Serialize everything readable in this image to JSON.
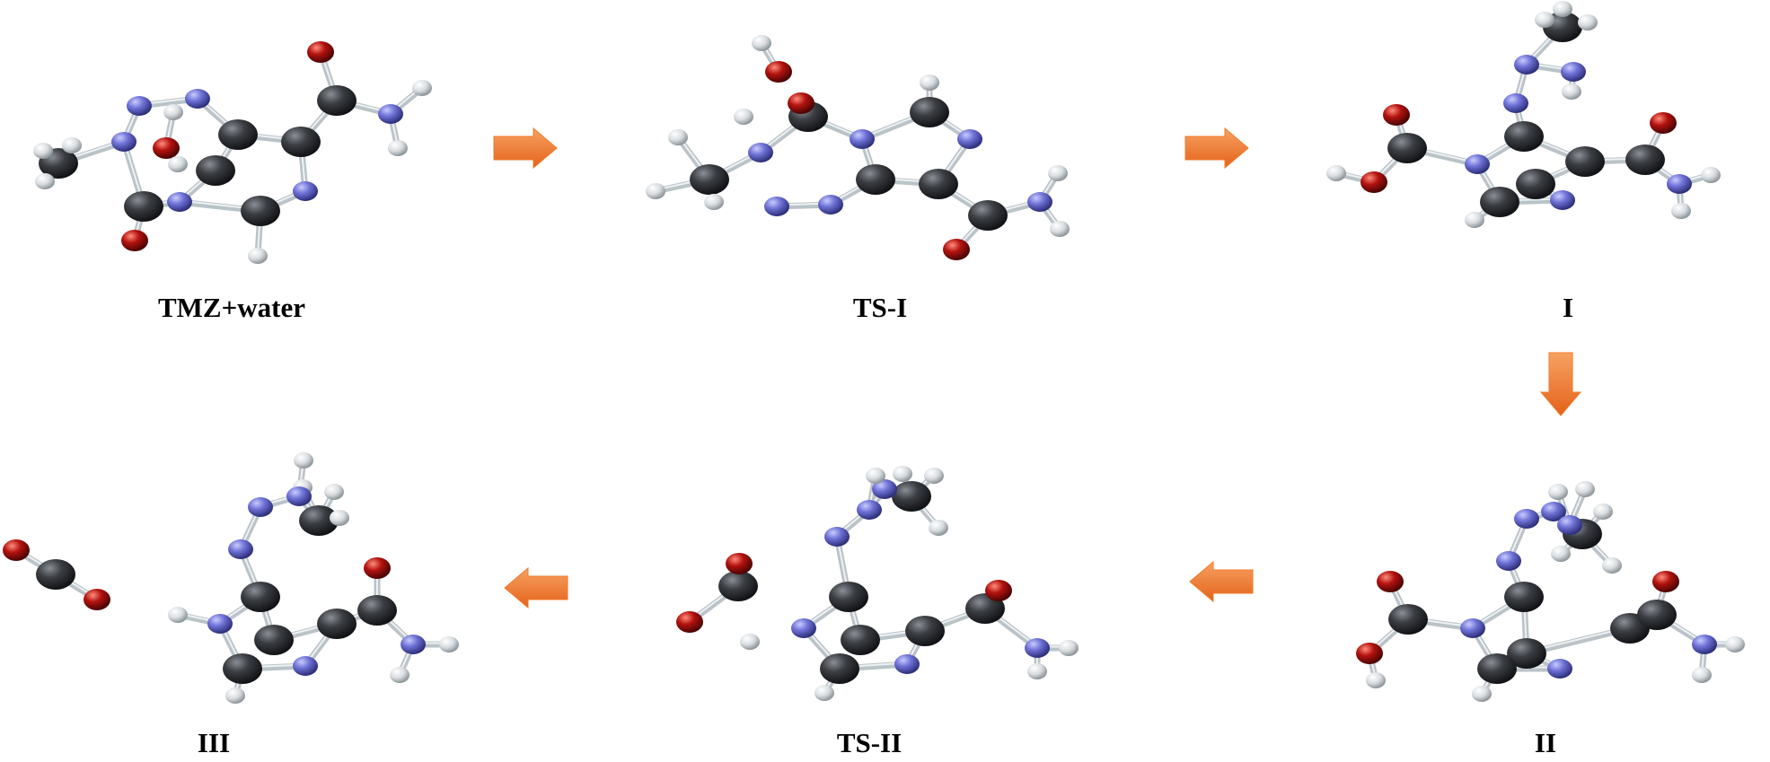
{
  "labels": {
    "tmz_water": "TMZ+water",
    "ts1": "TS-I",
    "int1": "I",
    "int2": "II",
    "ts2": "TS-II",
    "int3": "III"
  },
  "colors": {
    "carbon": "#3a3d42",
    "nitrogen": "#6f72d6",
    "oxygen": "#b3120f",
    "hydrogen": "#d8dde0",
    "bond": "#b9c3c8",
    "arrow": "#f07a2a"
  }
}
